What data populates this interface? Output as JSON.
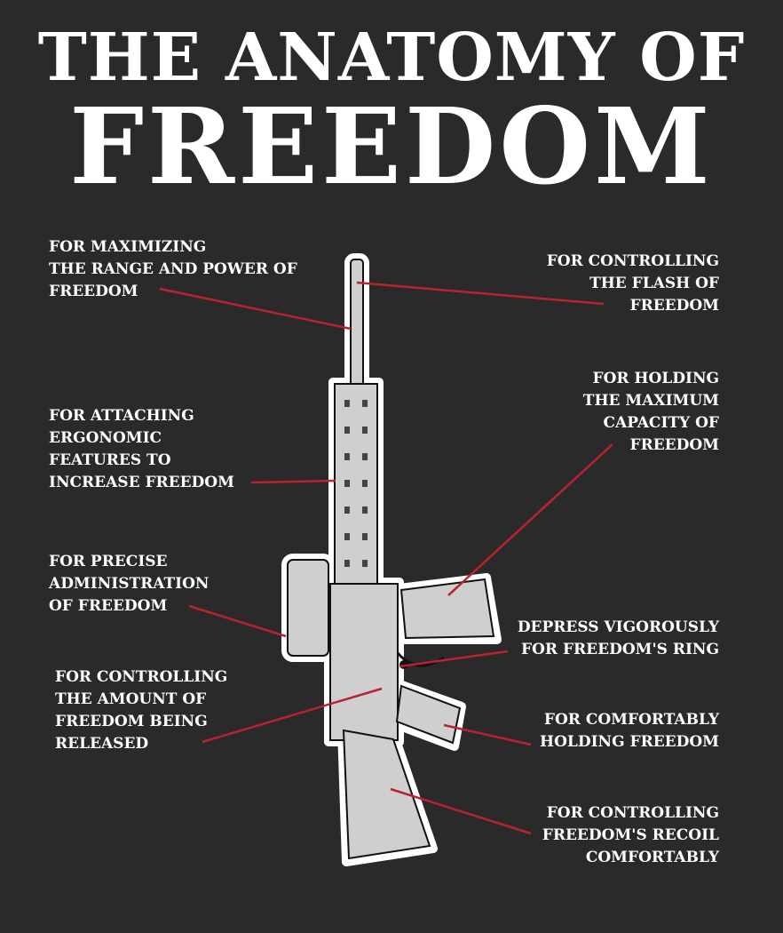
{
  "title": {
    "line1": "THE ANATOMY OF",
    "line2": "FREEDOM"
  },
  "labels": [
    {
      "id": "barrel",
      "lines": [
        "FOR MAXIMIZING",
        "THE RANGE AND POWER OF",
        "FREEDOM"
      ]
    },
    {
      "id": "flash-hider",
      "lines": [
        "FOR CONTROLLING",
        "THE FLASH OF",
        "FREEDOM"
      ]
    },
    {
      "id": "magazine",
      "lines": [
        "FOR HOLDING",
        "THE MAXIMUM",
        "CAPACITY OF",
        "FREEDOM"
      ]
    },
    {
      "id": "handguard",
      "lines": [
        "FOR ATTACHING",
        "ERGONOMIC",
        "FEATURES TO",
        "INCREASE FREEDOM"
      ]
    },
    {
      "id": "scope",
      "lines": [
        "FOR PRECISE",
        "ADMINISTRATION",
        "OF FREEDOM"
      ]
    },
    {
      "id": "trigger",
      "lines": [
        "DEPRESS VIGOROUSLY",
        "FOR FREEDOM'S RING"
      ]
    },
    {
      "id": "selector",
      "lines": [
        "FOR CONTROLLING",
        "THE AMOUNT OF",
        "FREEDOM BEING",
        "RELEASED"
      ]
    },
    {
      "id": "grip",
      "lines": [
        "FOR COMFORTABLY",
        "HOLDING FREEDOM"
      ]
    },
    {
      "id": "stock",
      "lines": [
        "FOR CONTROLLING",
        "FREEDOM'S RECOIL",
        "COMFORTABLY"
      ]
    }
  ],
  "colors": {
    "background": "#2a2a2a",
    "text": "#ffffff",
    "leader_line": "#b8232f",
    "rifle_fill": "#d9d9d9",
    "rifle_outline": "#ffffff"
  }
}
